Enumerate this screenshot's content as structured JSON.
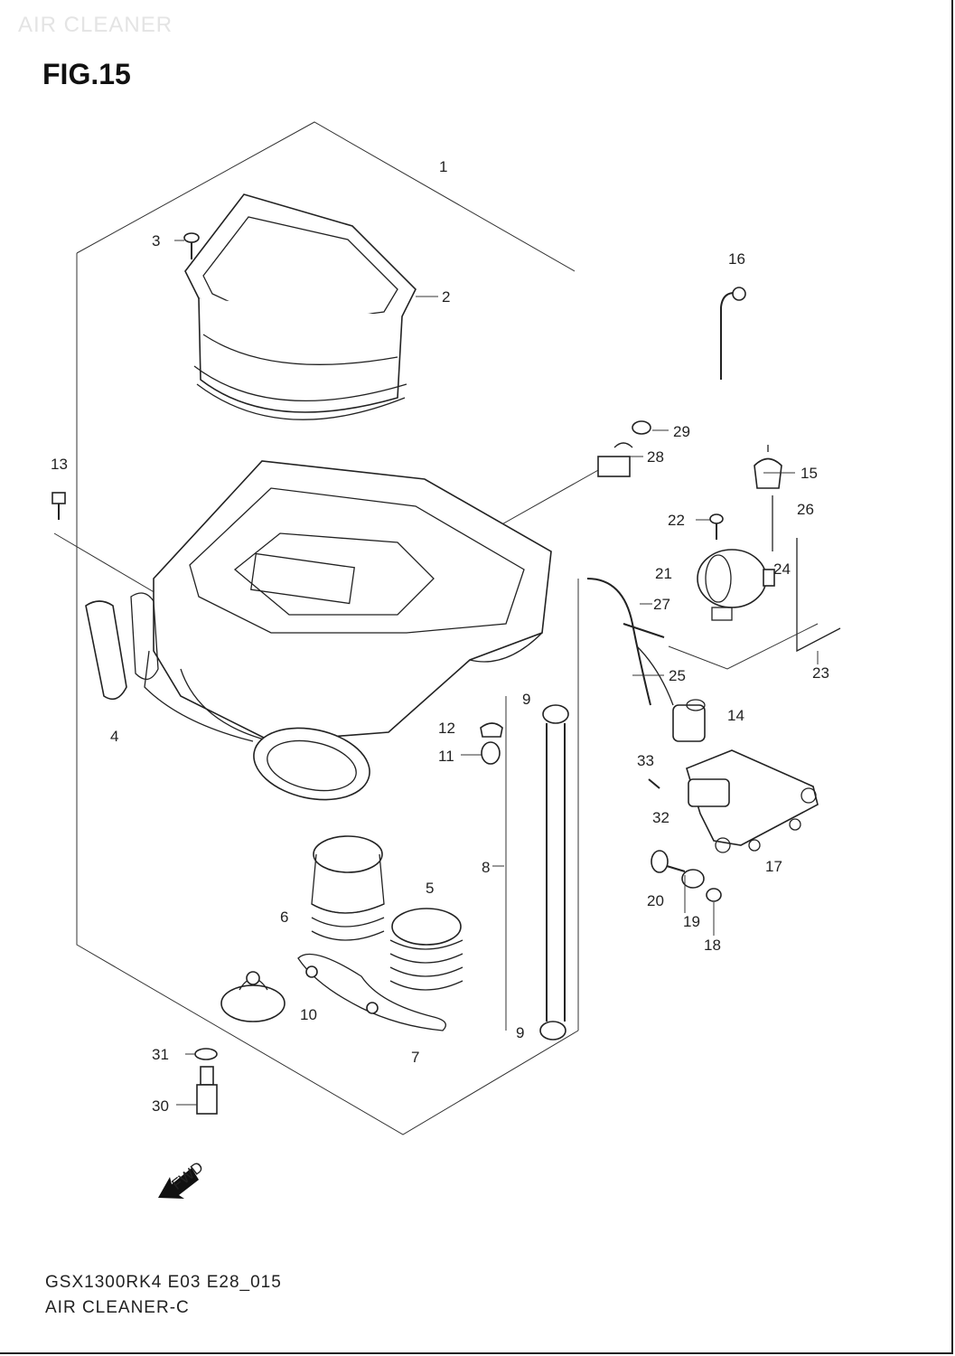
{
  "watermark": "AIR CLEANER",
  "figure_title": "FIG.15",
  "footer": {
    "code": "GSX1300RK4 E03 E28_015",
    "title": "AIR CLEANER-C"
  },
  "fwd_label": "FWD",
  "callouts": {
    "c1": "1",
    "c2": "2",
    "c3": "3",
    "c4": "4",
    "c5": "5",
    "c6": "6",
    "c7": "7",
    "c8": "8",
    "c9a": "9",
    "c9b": "9",
    "c10": "10",
    "c11": "11",
    "c12": "12",
    "c13": "13",
    "c14": "14",
    "c15": "15",
    "c16": "16",
    "c17": "17",
    "c18": "18",
    "c19": "19",
    "c20": "20",
    "c21": "21",
    "c22": "22",
    "c23": "23",
    "c24": "24",
    "c25": "25",
    "c26": "26",
    "c27": "27",
    "c28": "28",
    "c29": "29",
    "c30": "30",
    "c31": "31",
    "c32": "32",
    "c33": "33"
  }
}
